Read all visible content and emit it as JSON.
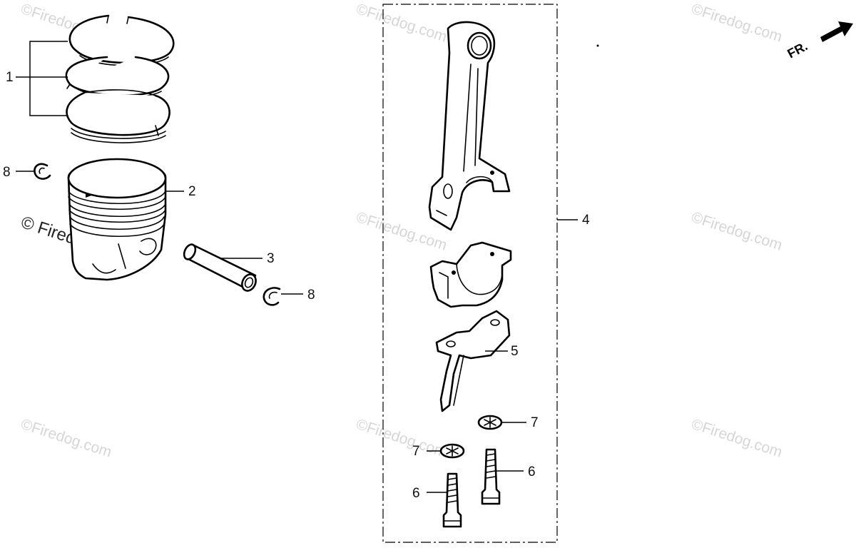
{
  "callouts": {
    "c1": "1",
    "c2": "2",
    "c3": "3",
    "c4": "4",
    "c5": "5",
    "c6a": "6",
    "c6b": "6",
    "c7a": "7",
    "c7b": "7",
    "c8a": "8",
    "c8b": "8"
  },
  "direction_marker": {
    "label": "FR."
  },
  "watermarks": {
    "text": "©Firedog.com",
    "featured": "© Firedog.com"
  },
  "colors": {
    "line": "#000000",
    "watermark": "#d6d6d6",
    "background": "#ffffff"
  }
}
